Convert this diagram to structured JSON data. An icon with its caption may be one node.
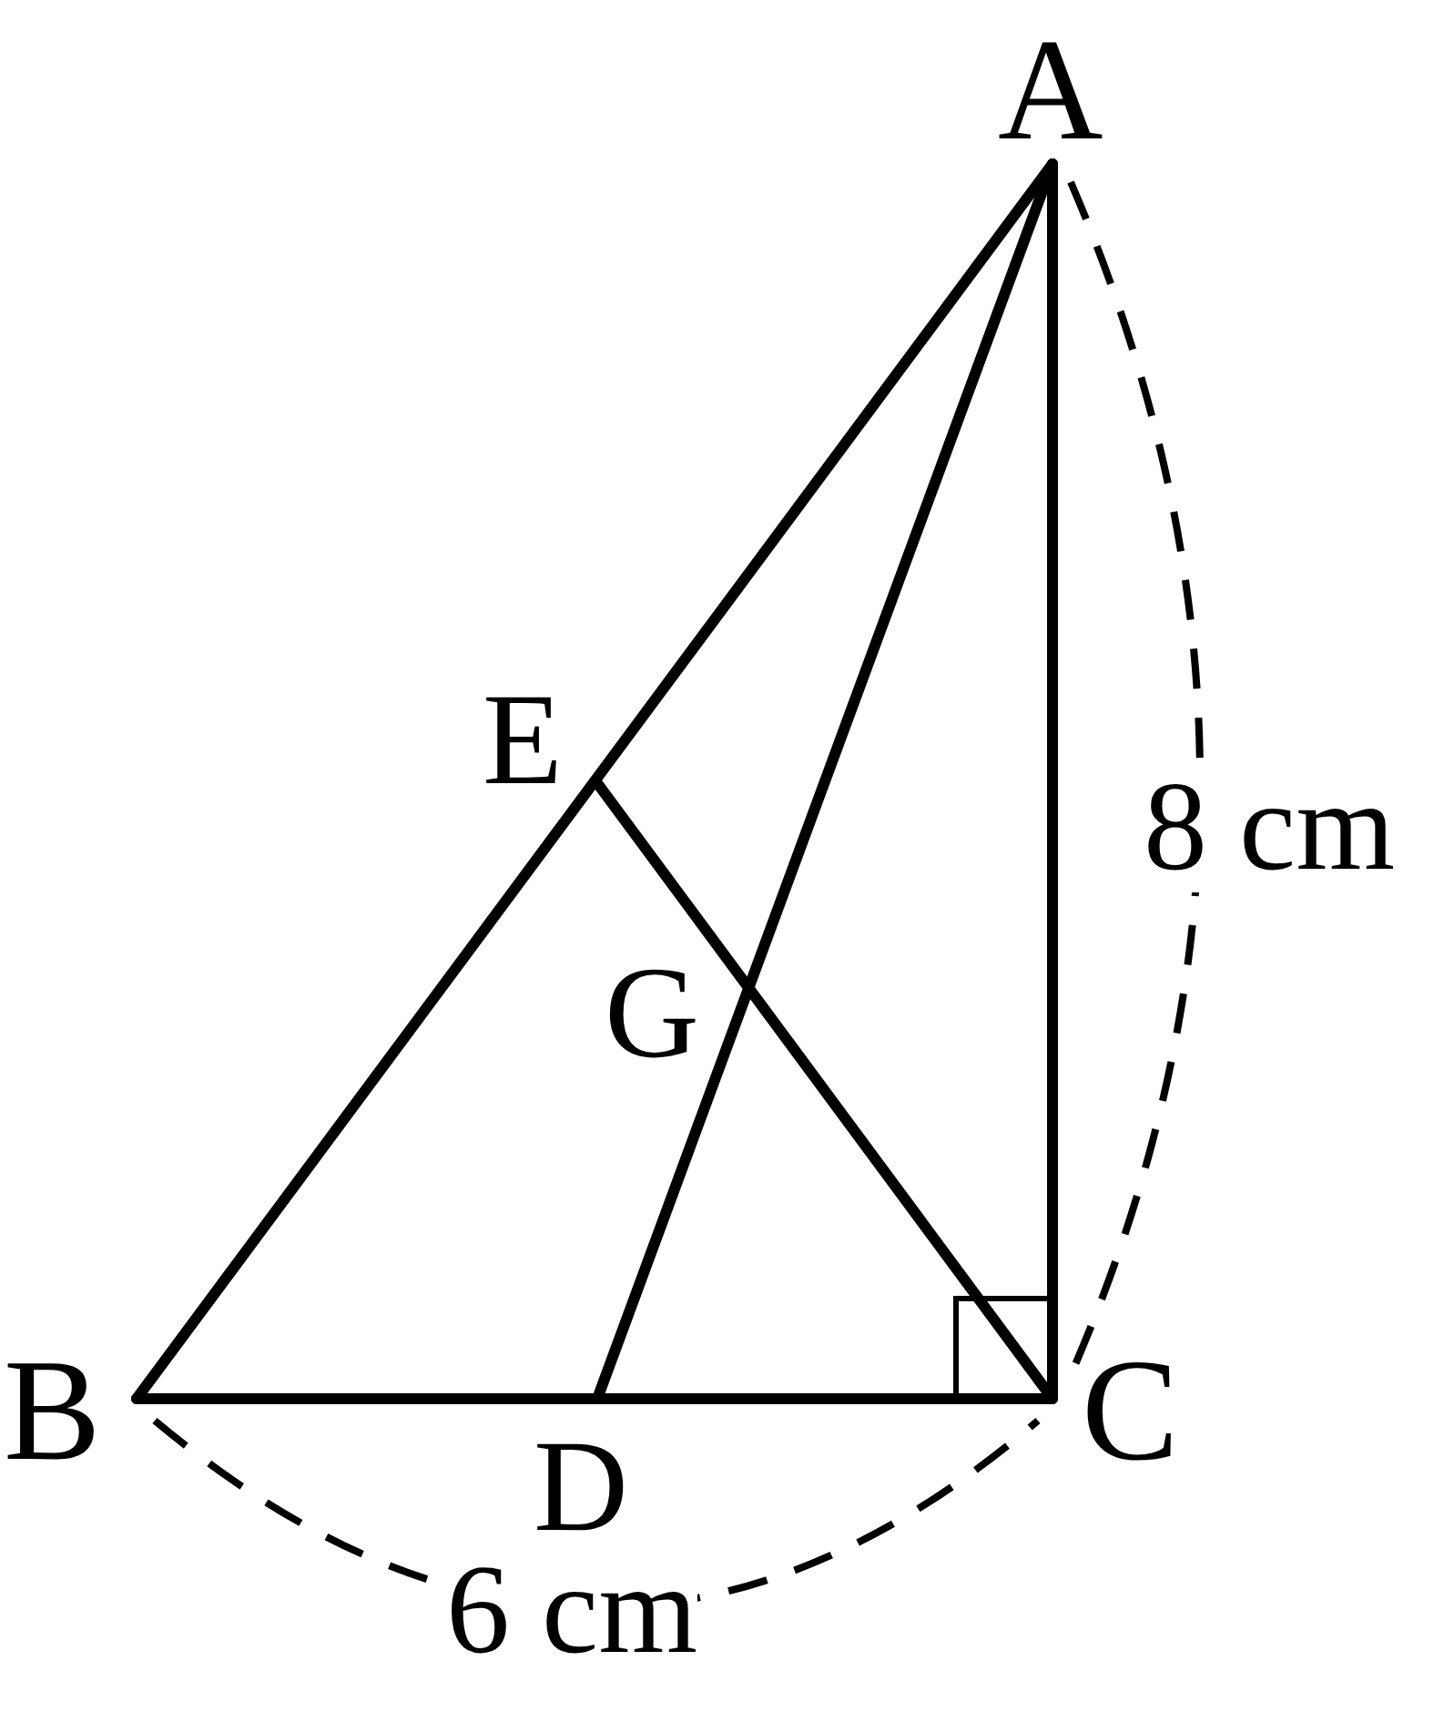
{
  "diagram": {
    "labels": [
      "A",
      "E",
      "8 cm",
      "G",
      "B",
      "C",
      "D",
      "6 cm"
    ]
  }
}
